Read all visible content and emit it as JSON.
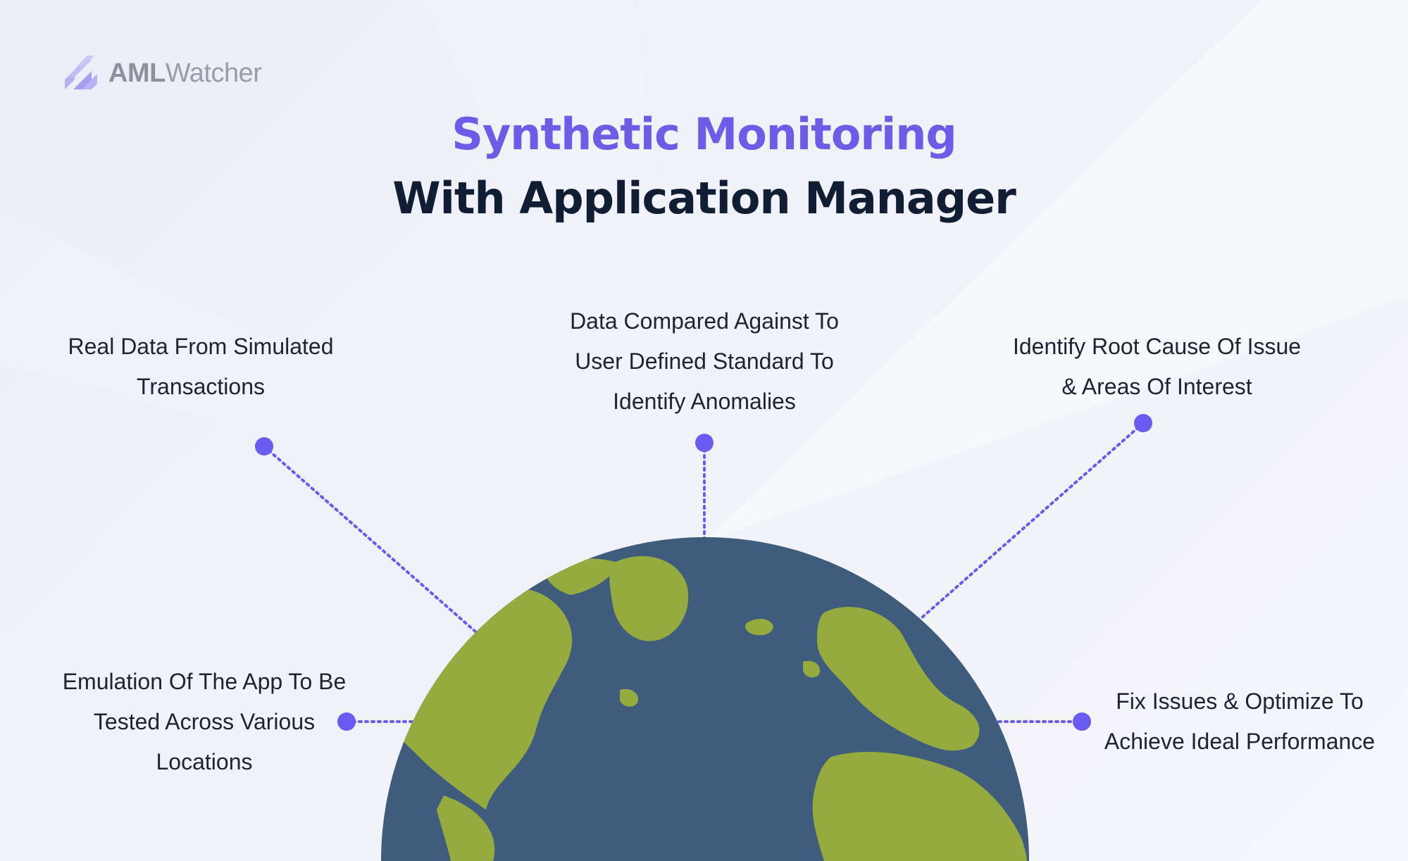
{
  "brand": {
    "name_bold": "AML",
    "name_light": "Watcher"
  },
  "title": {
    "line1": "Synthetic Monitoring",
    "line2": "With Application Manager"
  },
  "points": {
    "p1": [
      "Real Data From Simulated",
      "Transactions"
    ],
    "p2": [
      "Data Compared Against To",
      "User Defined Standard To",
      "Identify Anomalies"
    ],
    "p3": [
      "Identify Root Cause Of Issue",
      "& Areas Of Interest"
    ],
    "p4": [
      "Emulation Of The App To Be",
      "Tested Across Various",
      "Locations"
    ],
    "p5": [
      "Fix Issues & Optimize To",
      "Achieve Ideal Performance"
    ]
  },
  "colors": {
    "accent": "#6c5ce7",
    "dot": "#6a5cf0",
    "title_dark": "#101d33",
    "ocean": "#3f5c7d",
    "land": "#95ab3f"
  },
  "icons": {
    "logo": "striped-slash-logo-icon",
    "globe": "earth-globe-icon"
  }
}
